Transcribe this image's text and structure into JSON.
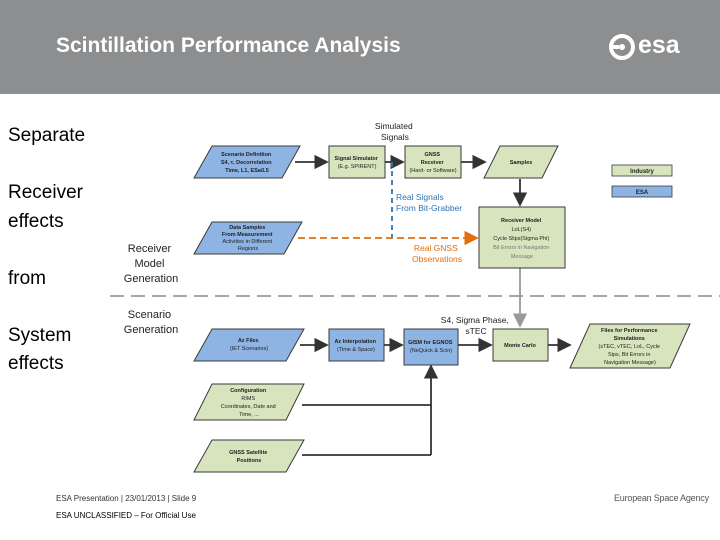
{
  "header": {
    "title": "Scintillation Performance Analysis",
    "logo_text": "esa"
  },
  "side_text": [
    "Separate",
    "",
    "Receiver",
    "effects",
    "",
    "from",
    "",
    "System",
    "effects"
  ],
  "diagram": {
    "receiver_section": [
      "Receiver",
      "Model",
      "Generation"
    ],
    "scenario_section": [
      "Scenario",
      "Generation"
    ],
    "simulated_signals": [
      "Simulated",
      "Signals"
    ],
    "real_signals": [
      "Real Signals",
      "From Bit-Grabber"
    ],
    "real_gnss": [
      "Real GNSS",
      "Observations"
    ],
    "s4_label": [
      "S4, Sigma Phase,",
      "sTEC"
    ],
    "legend": {
      "industry": "Industry",
      "esa": "ESA"
    },
    "nodes": {
      "scenario_def": [
        "Scenario Definition",
        "S4, τ, Decorrelation",
        "Time, L1, ESa/L5"
      ],
      "signal_sim": [
        "Signal Simulator",
        "(E.g. SPIRENT)"
      ],
      "gnss_receiver": [
        "GNSS",
        "Receiver",
        "(Hard- or Software)"
      ],
      "samples": [
        "Samples"
      ],
      "data_samples": [
        "Data Samples",
        "From Measurement",
        "Activities in Different",
        "Regions"
      ],
      "receiver_model": [
        "Receiver Model",
        "LoL(S4)",
        "Cycle Slips(Sigma Phi)",
        "Bit Errors in Navigation",
        "Message"
      ],
      "az_files": [
        "Az Files",
        "(IET Scenarios)"
      ],
      "az_interp": [
        "Az Interpolation",
        "(Time & Space)"
      ],
      "gism": [
        "GISM for EGNOS",
        "(NeQuick & Scin)"
      ],
      "monte_carlo": [
        "Monte Carlo"
      ],
      "files_perf": [
        "Files for Performance",
        "Simulations",
        "(sTEC, vTEC, LoL, Cycle",
        "Sips, Bit Errors in",
        "Navigation Message)"
      ],
      "configuration": [
        "Configuration",
        "RIMS",
        "Coordinates, Date and",
        "Time, ..."
      ],
      "gnss_sat": [
        "GNSS Satellite",
        "Positions"
      ]
    }
  },
  "footer": {
    "presentation": "ESA Presentation | 23/01/2013 | Slide  9",
    "classification": "ESA UNCLASSIFIED – For Official Use",
    "agency": "European Space Agency"
  },
  "colors": {
    "header_bg": "#8c8e90",
    "industry_fill": "#d7e4bd",
    "esa_fill": "#8eb4e3",
    "node_border": "#3a3a3a",
    "blue_text": "#2e75b6",
    "orange_text": "#e46c0a"
  }
}
